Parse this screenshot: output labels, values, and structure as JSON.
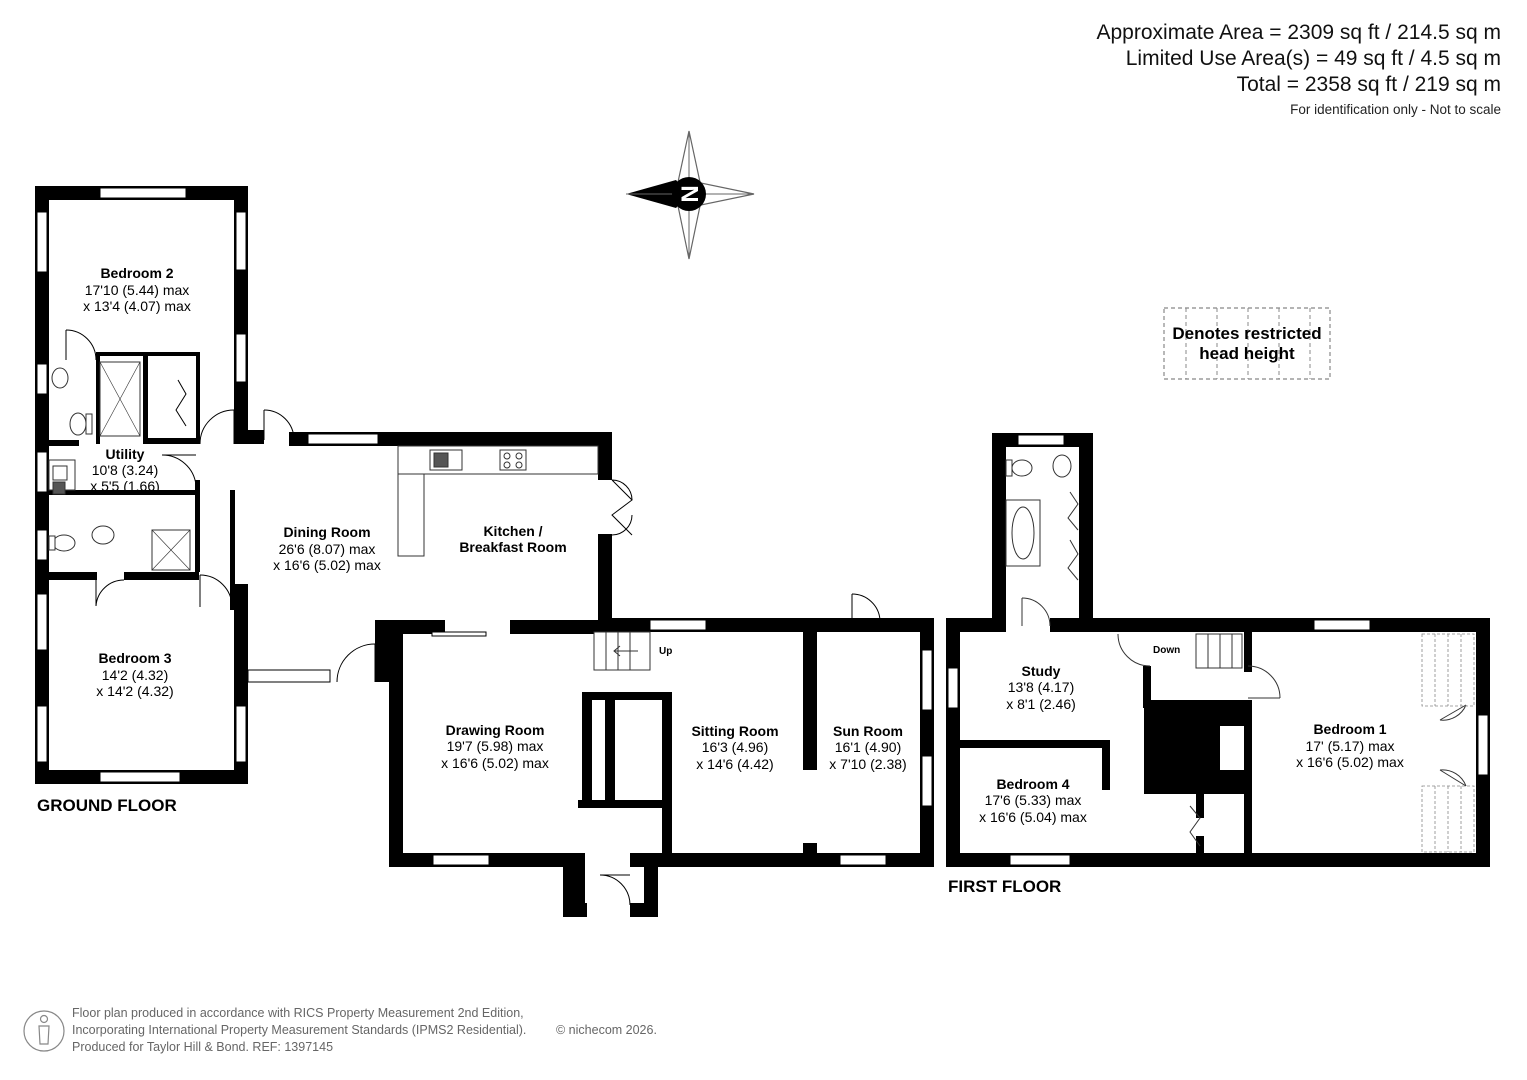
{
  "area": {
    "approx": "Approximate Area = 2309 sq ft / 214.5 sq m",
    "limited": "Limited Use Area(s) = 49 sq ft / 4.5 sq m",
    "total": "Total = 2358 sq ft / 219 sq m",
    "note": "For identification only - Not to scale"
  },
  "compass": {
    "letter": "N"
  },
  "legend": {
    "line1": "Denotes restricted",
    "line2": "head height"
  },
  "floors": {
    "ground": "GROUND FLOOR",
    "first": "FIRST FLOOR"
  },
  "rooms": {
    "bedroom2": {
      "name": "Bedroom 2",
      "dim1": "17'10 (5.44) max",
      "dim2": "x 13'4 (4.07) max"
    },
    "utility": {
      "name": "Utility",
      "dim1": "10'8 (3.24)",
      "dim2": "x 5'5 (1.66)"
    },
    "bedroom3": {
      "name": "Bedroom 3",
      "dim1": "14'2 (4.32)",
      "dim2": "x 14'2 (4.32)"
    },
    "dining": {
      "name": "Dining Room",
      "dim1": "26'6 (8.07) max",
      "dim2": "x 16'6 (5.02) max"
    },
    "kitchen": {
      "name1": "Kitchen /",
      "name2": "Breakfast Room"
    },
    "drawing": {
      "name": "Drawing Room",
      "dim1": "19'7 (5.98) max",
      "dim2": "x 16'6 (5.02) max"
    },
    "sitting": {
      "name": "Sitting Room",
      "dim1": "16'3 (4.96)",
      "dim2": "x 14'6 (4.42)"
    },
    "sun": {
      "name": "Sun Room",
      "dim1": "16'1 (4.90)",
      "dim2": "x 7'10 (2.38)"
    },
    "study": {
      "name": "Study",
      "dim1": "13'8 (4.17)",
      "dim2": "x 8'1 (2.46)"
    },
    "bedroom4": {
      "name": "Bedroom 4",
      "dim1": "17'6 (5.33) max",
      "dim2": "x 16'6 (5.04) max"
    },
    "bedroom1": {
      "name": "Bedroom 1",
      "dim1": "17' (5.17) max",
      "dim2": "x 16'6 (5.02) max"
    }
  },
  "stairs": {
    "up": "Up",
    "down": "Down"
  },
  "footer": {
    "line1": "Floor plan produced in accordance with RICS Property Measurement 2nd Edition,",
    "line2": "Incorporating International Property Measurement Standards (IPMS2 Residential).",
    "line3": "Produced for Taylor Hill & Bond.   REF: 1397145",
    "copyright": "© nichecom 2026."
  },
  "colors": {
    "wall": "#000000",
    "window": "#ffffff",
    "fixture": "#333333",
    "legend_border": "#888888",
    "footer_text": "#666666"
  }
}
